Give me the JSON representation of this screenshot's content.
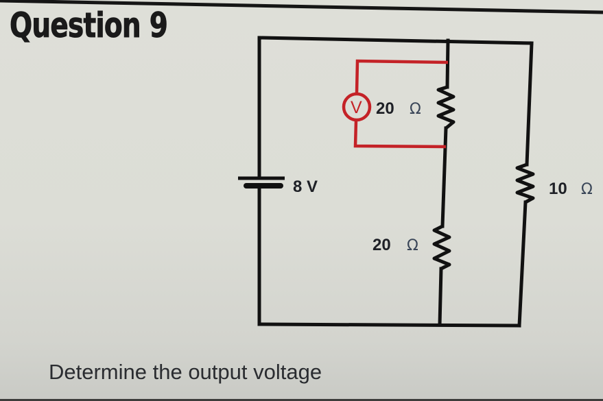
{
  "question": {
    "title": "Question 9",
    "prompt": "Determine the output voltage"
  },
  "circuit": {
    "battery": {
      "label": "8 V",
      "value": "8",
      "unit": "V"
    },
    "resistors": [
      {
        "id": "r-top",
        "value": "20",
        "unit": "Ω",
        "position": "middle branch, upper"
      },
      {
        "id": "r-bottom",
        "value": "20",
        "unit": "Ω",
        "position": "middle branch, lower"
      },
      {
        "id": "r-right",
        "value": "10",
        "unit": "Ω",
        "position": "right branch"
      }
    ],
    "voltmeter": {
      "symbol": "V",
      "connected_across": "r-top"
    },
    "colors": {
      "wire": "#111111",
      "voltmeter": "#c42227"
    }
  }
}
